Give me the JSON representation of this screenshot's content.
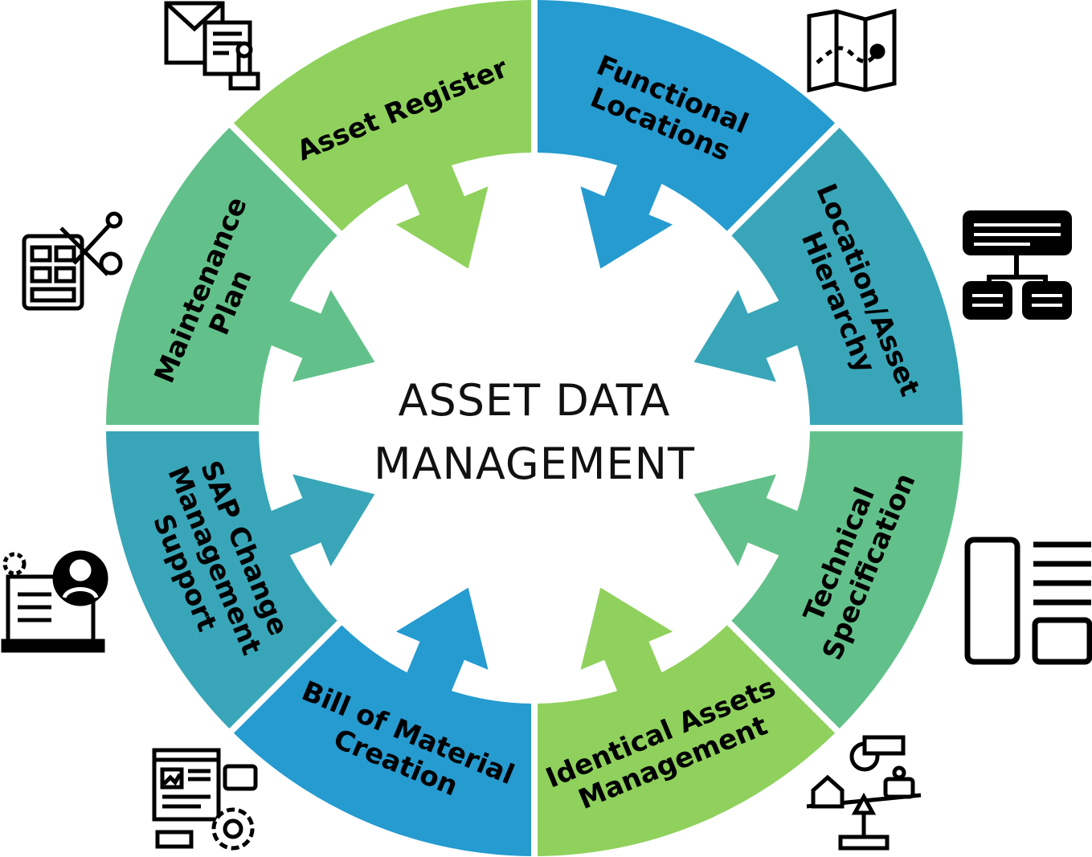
{
  "center": {
    "line1": "ASSET DATA",
    "line2": "MANAGEMENT"
  },
  "segments": [
    {
      "id": "asset-register",
      "lines": [
        "Asset Register"
      ],
      "color": "#8fd15c",
      "icon": "documents-stamp-icon"
    },
    {
      "id": "functional-locations",
      "lines": [
        "Functional",
        "Locations"
      ],
      "color": "#259bd0",
      "icon": "map-route-icon"
    },
    {
      "id": "location-asset-hierarchy",
      "lines": [
        "Location/Asset",
        "Hierarchy"
      ],
      "color": "#38a6b8",
      "icon": "hierarchy-tree-icon"
    },
    {
      "id": "technical-specification",
      "lines": [
        "Technical",
        "Specification"
      ],
      "color": "#62c18a",
      "icon": "spec-layout-icon"
    },
    {
      "id": "identical-assets-management",
      "lines": [
        "Identical Assets",
        "Management"
      ],
      "color": "#8fd15c",
      "icon": "balance-scale-assets-icon"
    },
    {
      "id": "bill-of-material-creation",
      "lines": [
        "Bill of Material",
        "Creation"
      ],
      "color": "#259bd0",
      "icon": "dashboard-gear-icon"
    },
    {
      "id": "sap-change-management-support",
      "lines": [
        "SAP Change",
        "Management",
        "Support"
      ],
      "color": "#38a6b8",
      "icon": "laptop-support-icon"
    },
    {
      "id": "maintenance-plan",
      "lines": [
        "Maintenance",
        "Plan"
      ],
      "color": "#62c18a",
      "icon": "tools-panel-icon"
    }
  ]
}
